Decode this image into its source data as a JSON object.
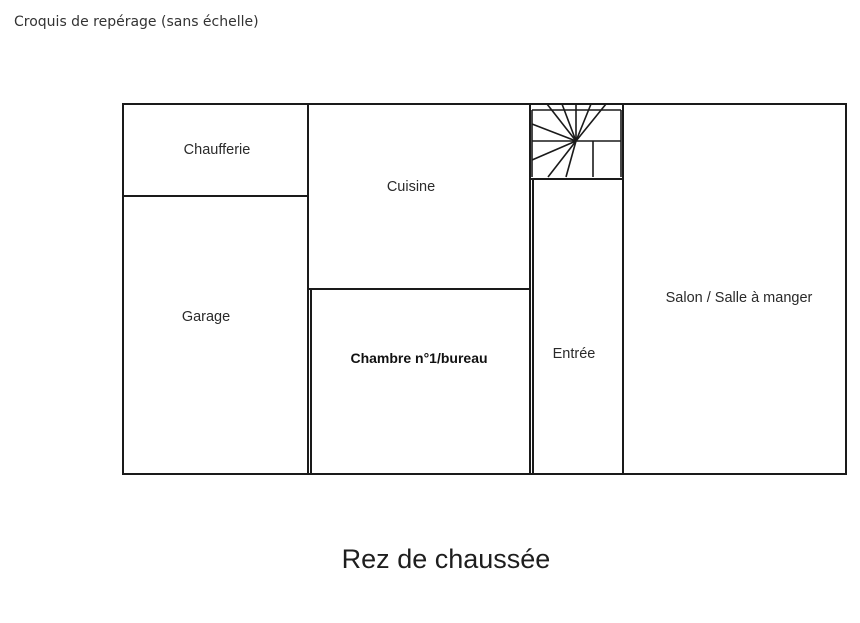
{
  "caption": "Croquis de repérage (sans échelle)",
  "level_title": "Rez de chaussée",
  "rooms": {
    "chaufferie": "Chaufferie",
    "cuisine": "Cuisine",
    "garage": "Garage",
    "chambre": "Chambre n°1/bureau",
    "entree": "Entrée",
    "salon": "Salon / Salle à manger"
  },
  "colors": {
    "wall": "#1a1a1a",
    "background": "#ffffff"
  }
}
